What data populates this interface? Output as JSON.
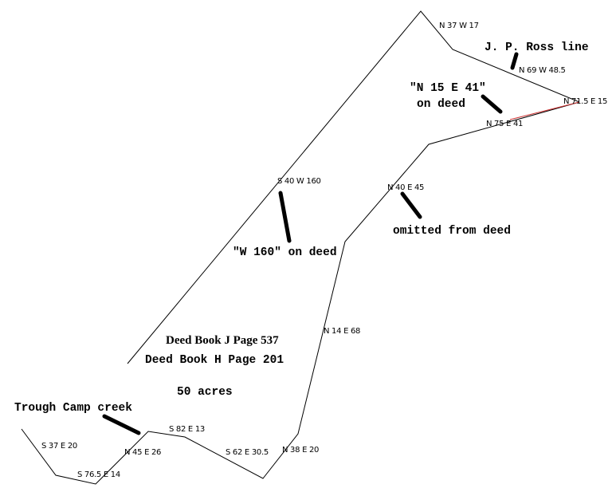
{
  "calls": {
    "n37w17": "N 37 W 17",
    "n69w485": "N 69 W 48.5",
    "n715e15": "N 71.5 E 15",
    "n75e41": "N 75 E 41",
    "s40w160": "S 40 W 160",
    "n40e45": "N 40 E 45",
    "n14e68": "N 14 E 68",
    "s82e13": "S 82 E 13",
    "n45e26": "N 45 E 26",
    "s37e20": "S 37 E 20",
    "s765e14": "S 76.5 E 14",
    "s62e305": "S 62 E 30.5",
    "n38e20": "N 38 E 20"
  },
  "notes": {
    "ross_line": "J. P. Ross line",
    "n15_line1": "\"N 15 E 41\"",
    "n15_line2": "on deed",
    "omitted": "omitted from deed",
    "w160": "\"W 160\" on deed",
    "deed_j": "Deed Book J Page 537",
    "deed_h": "Deed Book H Page 201",
    "acres": "50 acres",
    "creek": "Trough Camp creek"
  },
  "colors": {
    "boundary": "#000000",
    "ross_segment": "#cc3333"
  }
}
